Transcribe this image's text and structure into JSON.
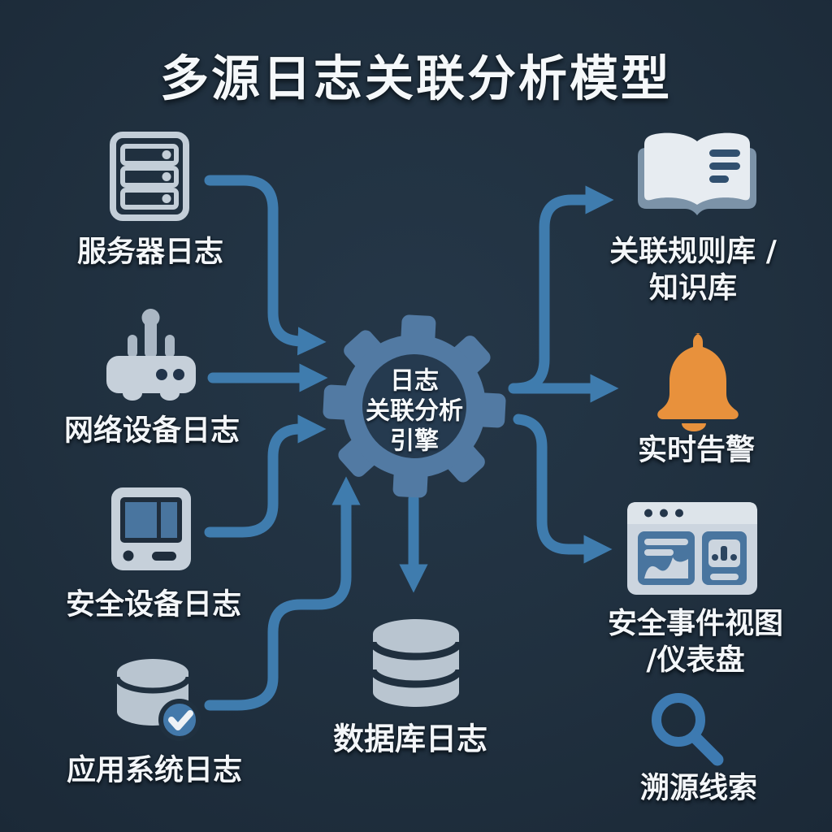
{
  "title": "多源日志关联分析模型",
  "engine": {
    "icon": "gear-icon",
    "lines": [
      "日志",
      "关联分析",
      "引擎"
    ]
  },
  "sources": [
    {
      "icon": "server-icon",
      "label": "服务器日志"
    },
    {
      "icon": "router-icon",
      "label": "网络设备日志"
    },
    {
      "icon": "security-device-icon",
      "label": "安全设备日志"
    },
    {
      "icon": "database-check-icon",
      "label": "应用系统日志"
    }
  ],
  "storage": {
    "icon": "database-icon",
    "label": "数据库日志"
  },
  "outputs": [
    {
      "icon": "open-book-icon",
      "lines": [
        "关联规则库 /",
        "知识库"
      ]
    },
    {
      "icon": "bell-icon",
      "lines": [
        "实时告警"
      ]
    },
    {
      "icon": "dashboard-icon",
      "lines": [
        "安全事件视图",
        "/仪表盘"
      ]
    },
    {
      "icon": "magnifier-icon",
      "lines": [
        "溯源线索"
      ]
    }
  ],
  "colors": {
    "background": "#20303f",
    "arrow_blue": "#3f7cae",
    "gear_blue": "#527aa3",
    "gear_core": "#253a4f",
    "icon_light": "#c3ced8",
    "panel_blue": "#49759f",
    "alert_orange": "#e8913c",
    "text": "#f3f6f9"
  }
}
